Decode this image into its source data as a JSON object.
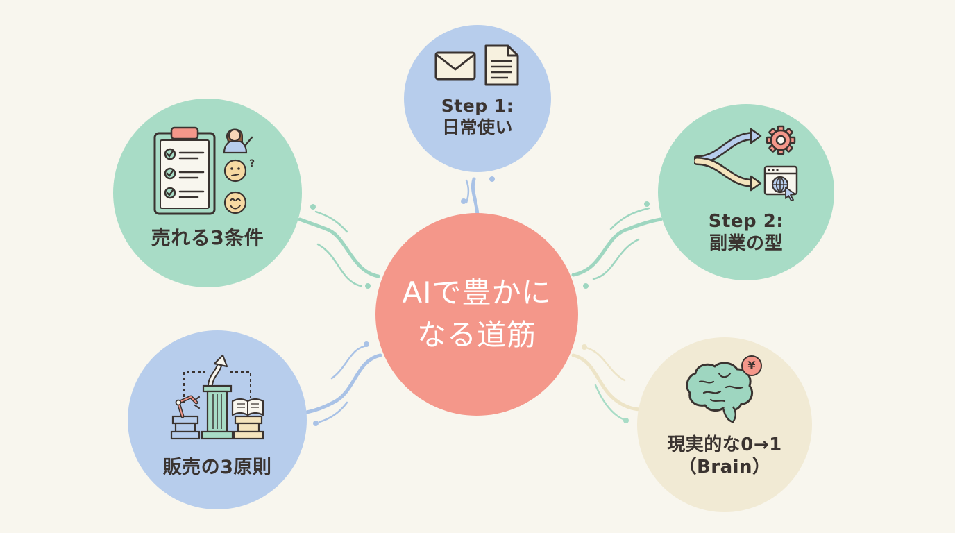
{
  "center": {
    "line1": "AIで豊かに",
    "line2": "なる道筋"
  },
  "nodes": {
    "step1": {
      "line1": "Step 1:",
      "line2": "日常使い"
    },
    "step2": {
      "line1": "Step 2:",
      "line2": "副業の型"
    },
    "conditions": {
      "line1": "売れる3条件"
    },
    "rules": {
      "line1": "販売の3原則"
    },
    "brain": {
      "line1": "現実的な0→1",
      "line2": "（Brain）"
    },
    "yen_symbol": "¥"
  },
  "colors": {
    "background": "#f8f6ee",
    "center": "#f4978a",
    "blue_node": "#b7cdec",
    "green_node": "#a8dcc6",
    "beige_node": "#f1ead4",
    "text": "#3a3330"
  },
  "icons": {
    "step1": [
      "envelope-icon",
      "document-icon"
    ],
    "step2": [
      "branching-arrows-icon",
      "gear-icon",
      "browser-globe-icon"
    ],
    "conditions": [
      "clipboard-checklist-icon",
      "presenter-person-icon",
      "thinking-face-icon",
      "smiling-face-icon"
    ],
    "rules": [
      "robot-arm-pedestal-icon",
      "pillar-upward-arrow-icon",
      "open-book-pedestal-icon"
    ],
    "brain": [
      "brain-icon",
      "yen-coin-icon"
    ]
  }
}
